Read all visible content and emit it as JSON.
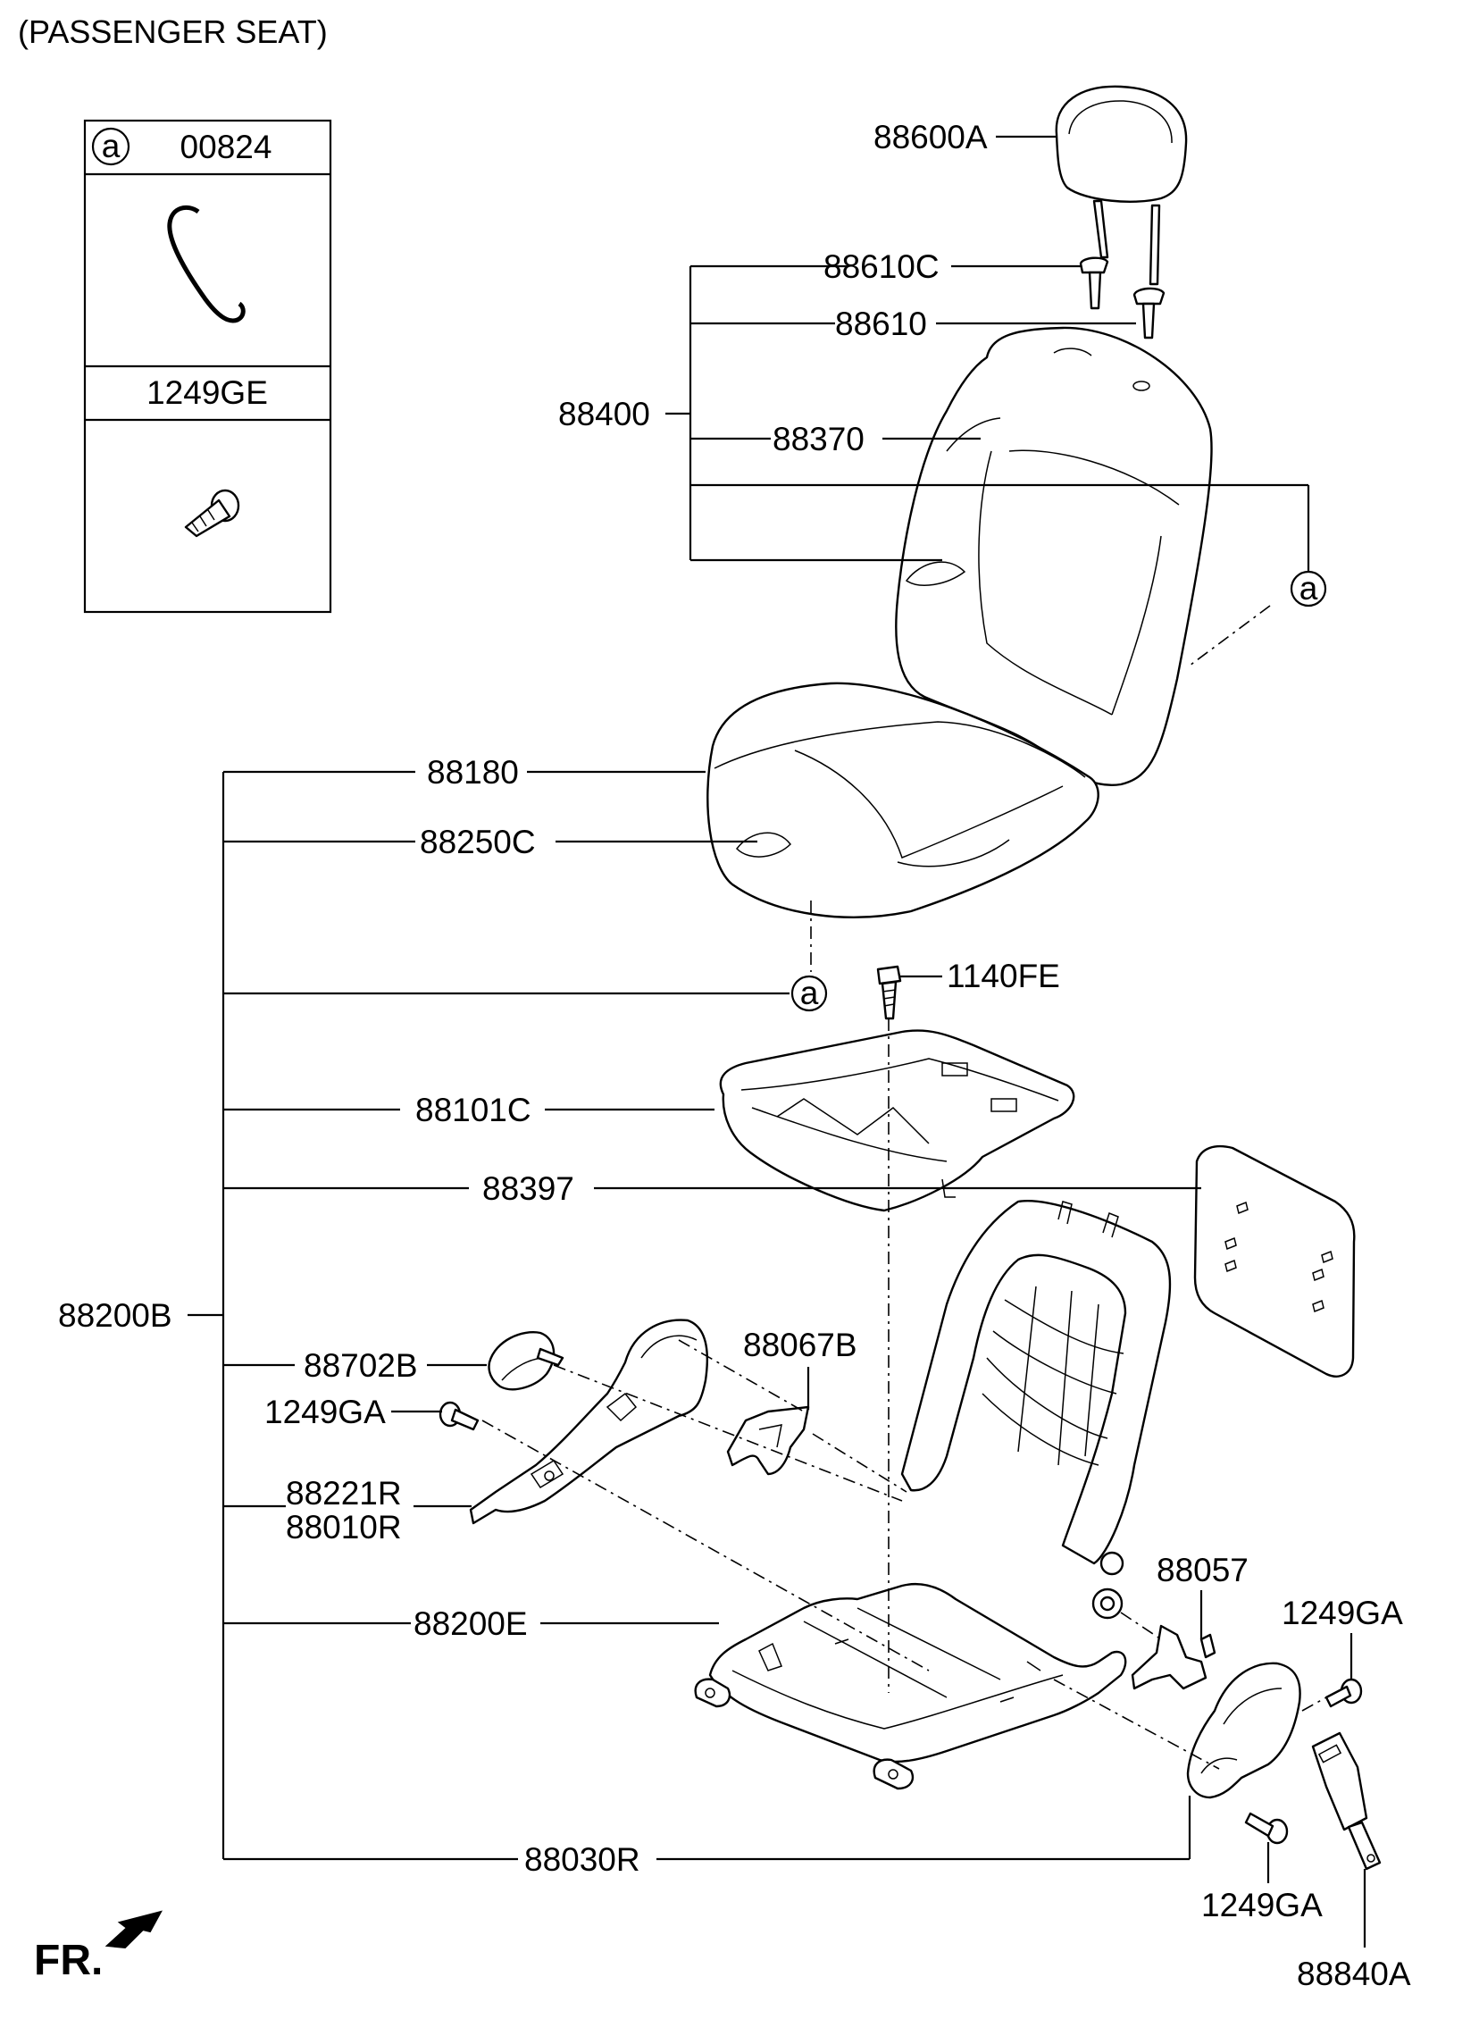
{
  "title": "(PASSENGER SEAT)",
  "legend": {
    "ref_letter": "a",
    "part1": "00824",
    "part2": "1249GE"
  },
  "callout_letter": "a",
  "front_marker": "FR.",
  "labels": {
    "p88600A": "88600A",
    "p88610C": "88610C",
    "p88610": "88610",
    "p88400": "88400",
    "p88370": "88370",
    "p88180": "88180",
    "p88250C": "88250C",
    "p1140FE": "1140FE",
    "p88101C": "88101C",
    "p88397": "88397",
    "p88200B": "88200B",
    "p88702B": "88702B",
    "p88067B": "88067B",
    "p1249GA_left": "1249GA",
    "p88221R": "88221R",
    "p88010R": "88010R",
    "p88057": "88057",
    "p1249GA_right_top": "1249GA",
    "p88200E": "88200E",
    "p88030R": "88030R",
    "p1249GA_right_bottom": "1249GA",
    "p88840A": "88840A"
  }
}
